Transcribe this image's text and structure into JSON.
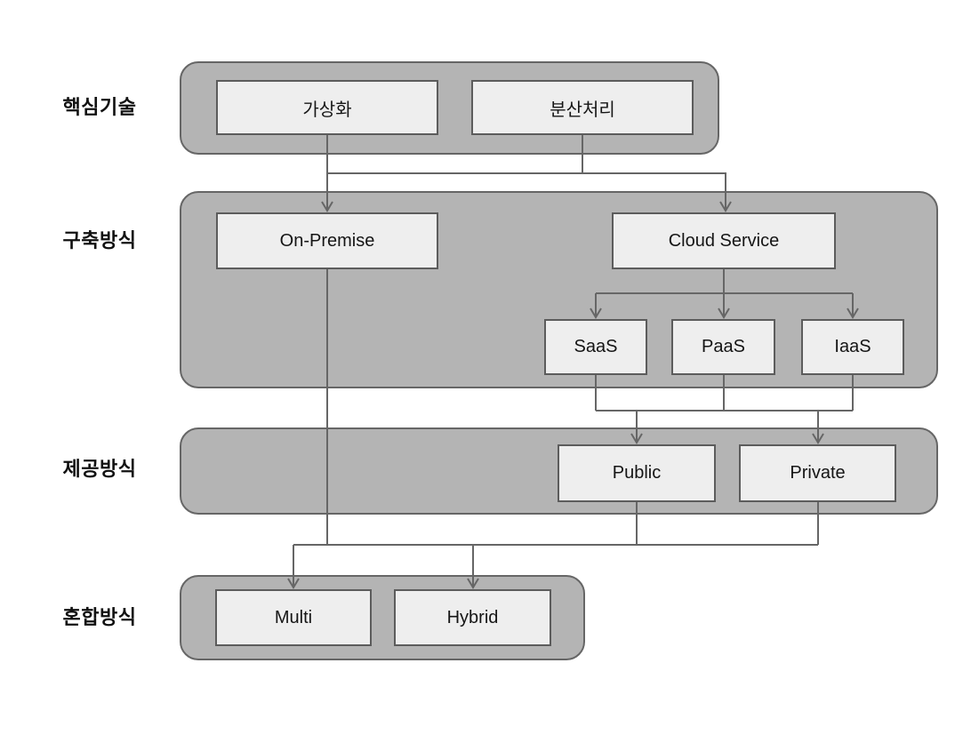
{
  "diagram_title": "",
  "rows": [
    {
      "label": "핵심기술"
    },
    {
      "label": "구축방식"
    },
    {
      "label": "제공방식"
    },
    {
      "label": "혼합방식"
    }
  ],
  "nodes": {
    "virtualization": "가상화",
    "distributed_processing": "분산처리",
    "on_premise": "On-Premise",
    "cloud_service": "Cloud Service",
    "saas": "SaaS",
    "paas": "PaaS",
    "iaas": "IaaS",
    "public": "Public",
    "private": "Private",
    "multi": "Multi",
    "hybrid": "Hybrid"
  },
  "connections": [
    {
      "from": [
        "가상화",
        "분산처리"
      ],
      "to": [
        "On-Premise",
        "Cloud Service"
      ]
    },
    {
      "from": [
        "Cloud Service"
      ],
      "to": [
        "SaaS",
        "PaaS",
        "IaaS"
      ]
    },
    {
      "from": [
        "SaaS",
        "PaaS",
        "IaaS"
      ],
      "to": [
        "Public",
        "Private"
      ]
    },
    {
      "from": [
        "On-Premise",
        "Public",
        "Private"
      ],
      "to": [
        "Multi",
        "Hybrid"
      ]
    }
  ],
  "colors": {
    "background": "#ffffff",
    "group_fill": "#b4b4b4",
    "group_border": "#666666",
    "node_fill": "#eeeeee",
    "node_border": "#5c5c5c",
    "connector": "#666666",
    "text": "#111111"
  }
}
